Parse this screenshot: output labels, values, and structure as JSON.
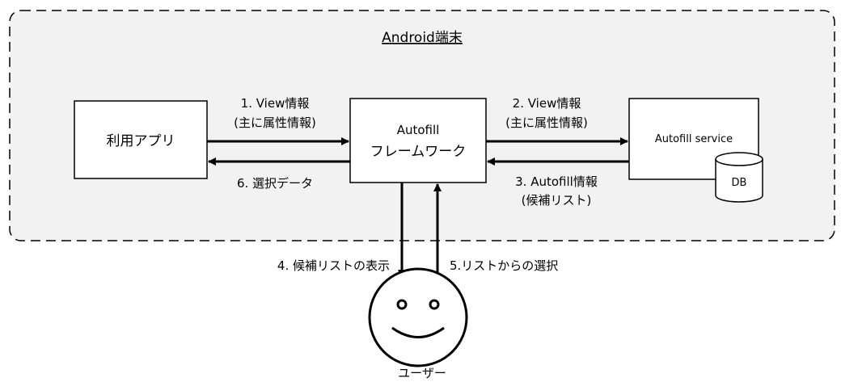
{
  "region": {
    "title": "Android端末"
  },
  "nodes": {
    "app": {
      "label": "利用アプリ"
    },
    "framework": {
      "label_line1": "Autofill",
      "label_line2": "フレームワーク"
    },
    "service": {
      "label": "Autofill service"
    },
    "db": {
      "label": "DB"
    },
    "user": {
      "label": "ユーザー"
    }
  },
  "edges": {
    "step1": {
      "line1": "1. View情報",
      "line2": "(主に属性情報)"
    },
    "step2": {
      "line1": "2. View情報",
      "line2": "(主に属性情報)"
    },
    "step3": {
      "line1": "3. Autofill情報",
      "line2": "(候補リスト)"
    },
    "step4": {
      "label": "4. 候補リストの表示"
    },
    "step5": {
      "label": "5.リストからの選択"
    },
    "step6": {
      "label": "6. 選択データ"
    }
  }
}
